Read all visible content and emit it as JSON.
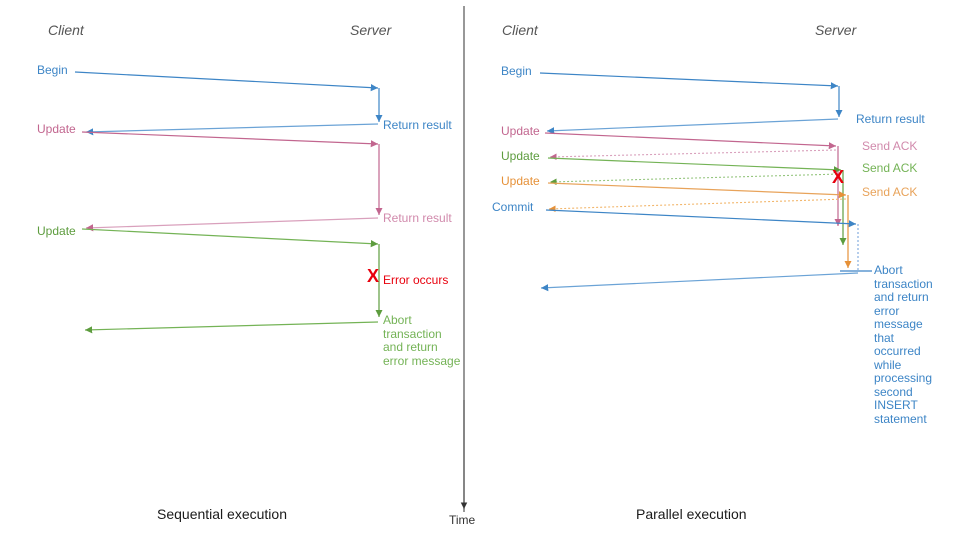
{
  "colors": {
    "blue": "#3d85c6",
    "blue_light": "#7ba7dd",
    "pink": "#c2668f",
    "pink_light": "#d9a0bc",
    "green": "#5d9c3e",
    "green_light": "#95c57e",
    "orange": "#e69138",
    "orange_light": "#f2b66b",
    "red": "#e8000d",
    "gray": "#555555",
    "axis": "#333333",
    "divider": "#444444"
  },
  "divider": {
    "name": "panel-divider"
  },
  "time_axis": {
    "label": "Time"
  },
  "panels": [
    {
      "id": "sequential",
      "caption": "Sequential execution",
      "headers": {
        "client": "Client",
        "server": "Server"
      },
      "client_labels": [
        {
          "text": "Begin",
          "color": "blue"
        },
        {
          "text": "Update",
          "color": "pink"
        },
        {
          "text": "Update",
          "color": "green"
        }
      ],
      "server_labels": [
        {
          "text": "Return result",
          "color": "blue"
        },
        {
          "text": "Return result",
          "color": "pink"
        },
        {
          "text": "Error occurs",
          "color": "red"
        },
        {
          "text": "Abort transaction and return error message",
          "color": "green"
        }
      ]
    },
    {
      "id": "parallel",
      "caption": "Parallel execution",
      "headers": {
        "client": "Client",
        "server": "Server"
      },
      "client_labels": [
        {
          "text": "Begin",
          "color": "blue"
        },
        {
          "text": "Update",
          "color": "pink"
        },
        {
          "text": "Update",
          "color": "green"
        },
        {
          "text": "Update",
          "color": "orange"
        },
        {
          "text": "Commit",
          "color": "blue"
        }
      ],
      "server_labels": [
        {
          "text": "Return result",
          "color": "blue"
        },
        {
          "text": "Send ACK",
          "color": "pink"
        },
        {
          "text": "Send ACK",
          "color": "green"
        },
        {
          "text": "Send ACK",
          "color": "orange"
        },
        {
          "text": "Abort transaction and return error message that occurred while processing second INSERT statement",
          "color": "blue"
        }
      ],
      "error_marker": "X"
    }
  ],
  "error_marker": "X"
}
